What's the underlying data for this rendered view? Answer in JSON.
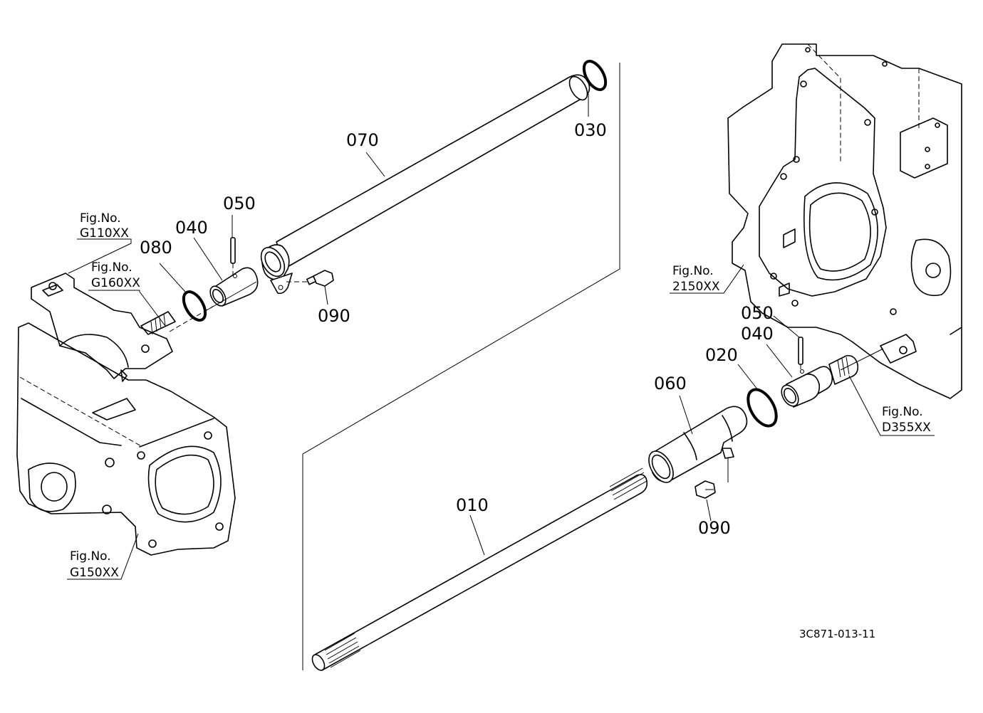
{
  "drawing_code": "3C871-013-11",
  "part_labels": {
    "p010": "010",
    "p020": "020",
    "p030": "030",
    "p040_left": "040",
    "p040_right": "040",
    "p050_left": "050",
    "p050_right": "050",
    "p060": "060",
    "p070": "070",
    "p080": "080",
    "p090_left": "090",
    "p090_right": "090"
  },
  "figure_refs": {
    "g110": {
      "line1": "Fig.No.",
      "line2": "G110XX"
    },
    "g160": {
      "line1": "Fig.No.",
      "line2": "G160XX"
    },
    "g150": {
      "line1": "Fig.No.",
      "line2": "G150XX"
    },
    "z150": {
      "line1": "Fig.No.",
      "line2": "2150XX"
    },
    "d355": {
      "line1": "Fig.No.",
      "line2": "D355XX"
    }
  }
}
